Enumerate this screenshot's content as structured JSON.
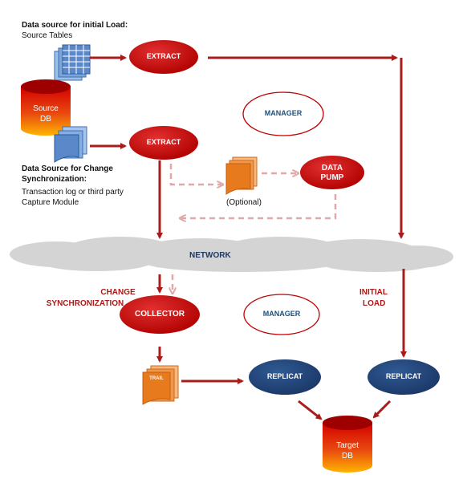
{
  "labels": {
    "initial_load_title": "Data source for initial Load:",
    "initial_load_sub": "Source Tables",
    "change_sync_title_1": "Data Source for Change",
    "change_sync_title_2": "Synchronization:",
    "change_sync_sub_1": "Transaction log or third party",
    "change_sync_sub_2": "Capture Module",
    "optional": "(Optional)",
    "network": "NETWORK",
    "change_sync_1": "CHANGE",
    "change_sync_2": "SYNCHRONIZATION",
    "initial_load_1": "INITIAL",
    "initial_load_2": "LOAD"
  },
  "nodes": {
    "extract_top": "EXTRACT",
    "extract_mid": "EXTRACT",
    "manager_top": "MANAGER",
    "data_pump_1": "DATA",
    "data_pump_2": "PUMP",
    "collector": "COLLECTOR",
    "manager_bottom": "MANAGER",
    "replicat_left": "REPLICAT",
    "replicat_right": "REPLICAT",
    "trail": "TRAIL",
    "source_db_1": "Source",
    "source_db_2": "DB",
    "target_db_1": "Target",
    "target_db_2": "DB"
  },
  "colors": {
    "red_node": "#c00000",
    "arrow_red": "#a81c1c",
    "arrow_dashed": "#e0a8a8",
    "navy_node": "#1f3f6e",
    "cloud": "#d4d4d4",
    "trail_orange": "#e87a1e",
    "table_blue": "#5b88c8"
  }
}
